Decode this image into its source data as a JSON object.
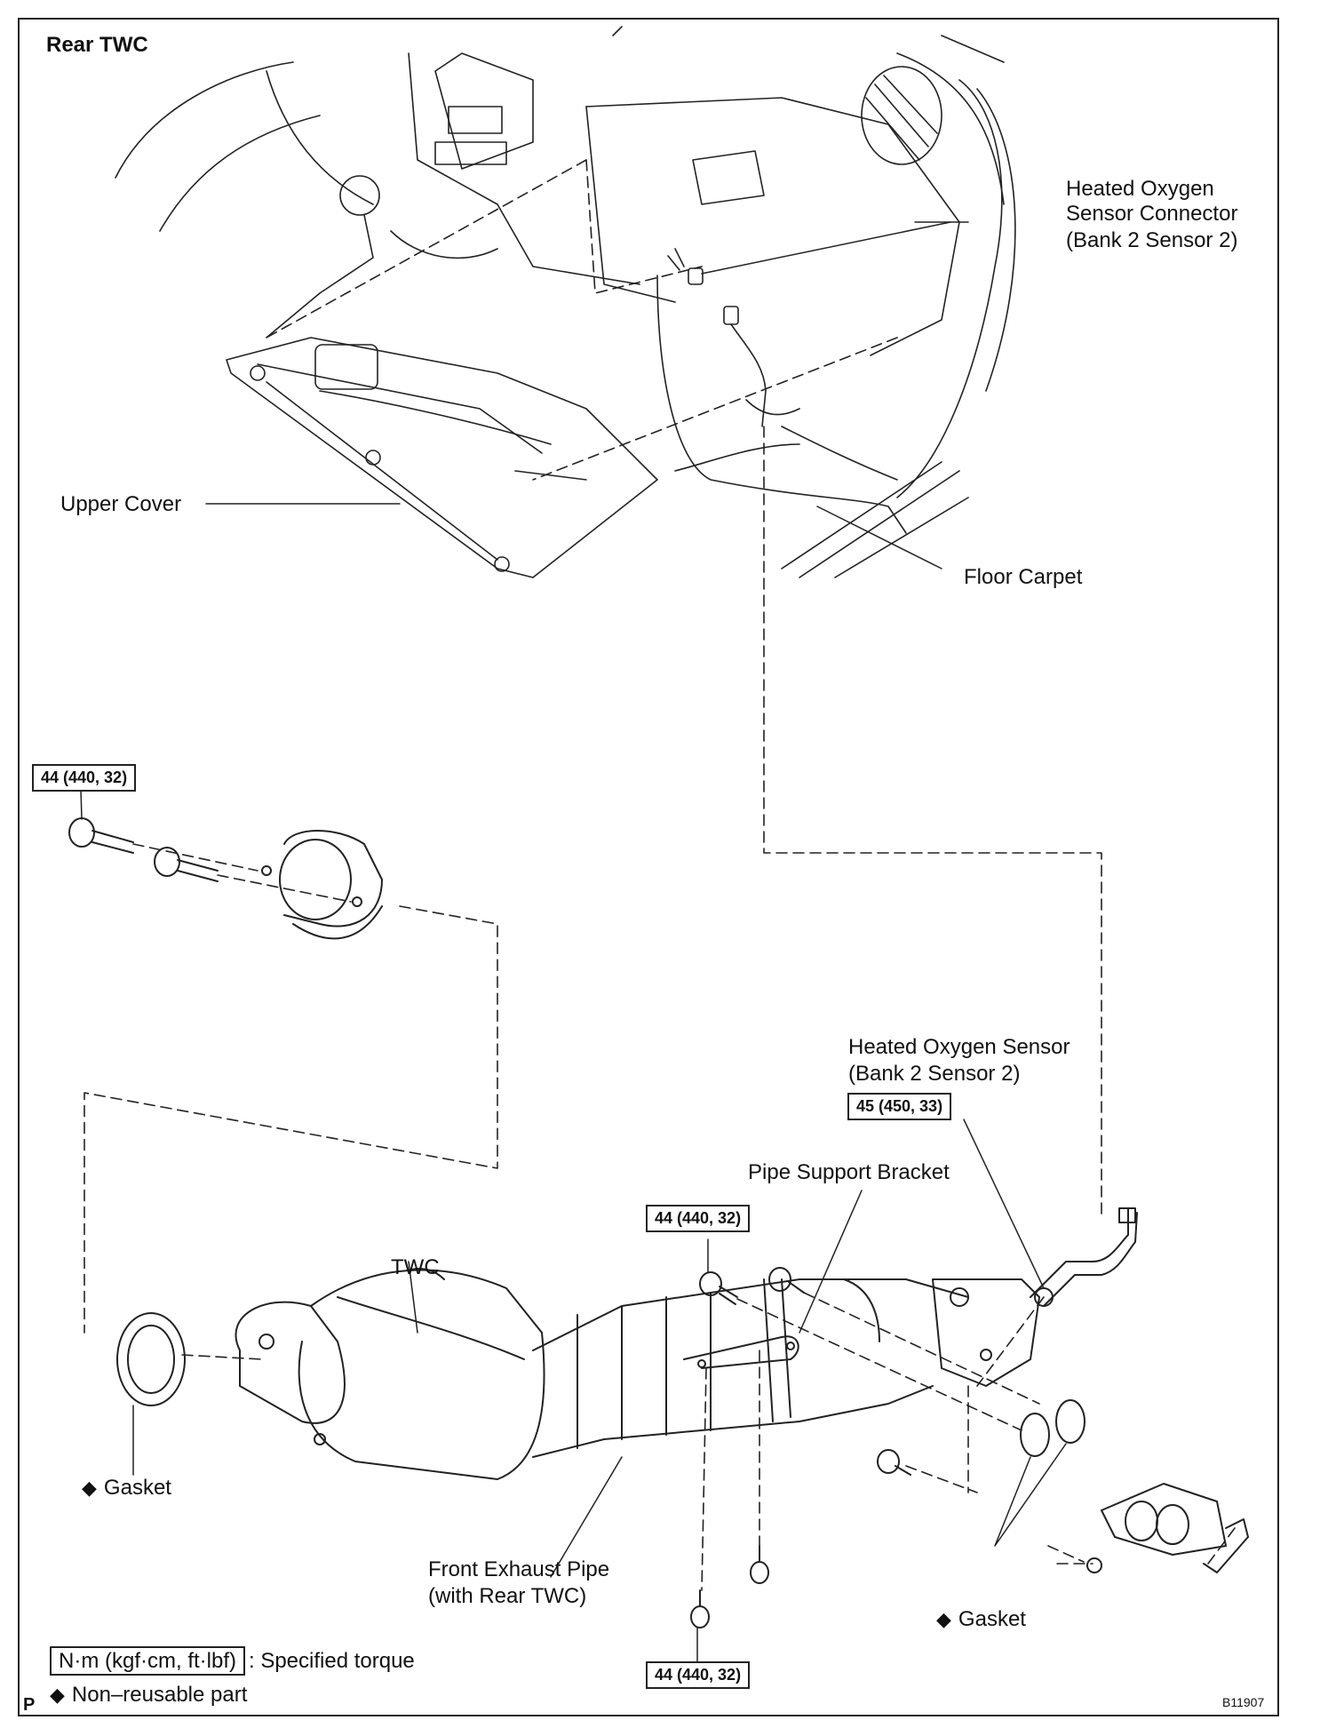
{
  "title": "Rear TWC",
  "labels": {
    "connector_1": "Heated Oxygen",
    "connector_2": "Sensor Connector",
    "connector_3": "(Bank 2 Sensor 2)",
    "upper_cover": "Upper Cover",
    "floor_carpet": "Floor Carpet",
    "sensor_1": "Heated Oxygen Sensor",
    "sensor_2": "(Bank 2 Sensor 2)",
    "pipe_support_bracket": "Pipe Support Bracket",
    "twc": "TWC",
    "gasket_left": "Gasket",
    "gasket_right": "Gasket",
    "front_pipe_1": "Front Exhaust Pipe",
    "front_pipe_2": "(with Rear TWC)"
  },
  "torques": {
    "top_left": "44 (440, 32)",
    "sensor": "45 (450, 33)",
    "bracket_top": "44 (440, 32)",
    "bottom": "44 (440, 32)"
  },
  "legend": {
    "unit": "N·m (kgf·cm, ft·lbf)",
    "unit_desc": ": Specified torque",
    "diamond": "◆",
    "non_reusable": "Non–reusable part"
  },
  "corner_mark": "P",
  "figure_code": "B11907"
}
